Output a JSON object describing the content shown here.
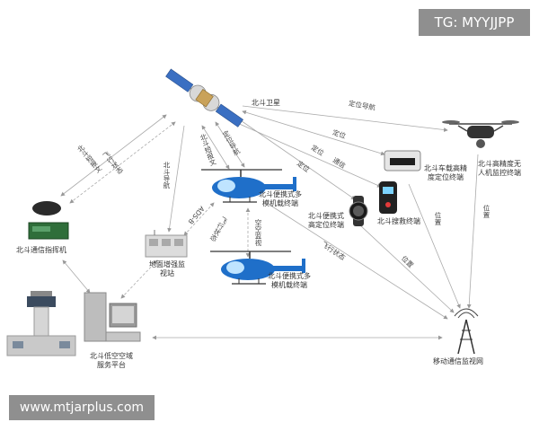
{
  "watermark_top": "TG: MYYJJPP",
  "watermark_bottom": "www.mtjarplus.com",
  "nodes": {
    "satellite": "北斗卫星",
    "command_machine": "北斗通信指挥机",
    "ground_station_line1": "地面增强监",
    "ground_station_line2": "视站",
    "heli1_line1": "北斗便携式多",
    "heli1_line2": "模机载终端",
    "heli2_line1": "北斗便携式多",
    "heli2_line2": "模机载终端",
    "watch_line1": "北斗便携式",
    "watch_line2": "高定位终端",
    "rescue_terminal": "北斗搜救终端",
    "vehicle_line1": "北斗车载高精",
    "vehicle_line2": "度定位终端",
    "drone_line1": "北斗高精度无",
    "drone_line2": "人机监控终端",
    "platform_line1": "北斗低空空域",
    "platform_line2": "服务平台",
    "mobile_network": "移动通信监视网"
  },
  "edges": {
    "sat_cmd_a": "北斗短报文",
    "sat_cmd_b": "飞行状态",
    "sat_ground": "北斗导航",
    "sat_heli_a": "北斗短报文",
    "sat_heli_b": "定位导航",
    "ground_heli": "ADS-B",
    "heli_ground": "飞行状态",
    "heli_heli": "空空监视",
    "sat_watch_a": "定位",
    "sat_watch_b": "通信",
    "sat_vehicle": "定位",
    "sat_drone": "定位导航",
    "heli_net": "飞行状态",
    "watch_net": "位置",
    "vehicle_net": "位置",
    "drone_net": "位置",
    "sat_rescue": "定位"
  }
}
